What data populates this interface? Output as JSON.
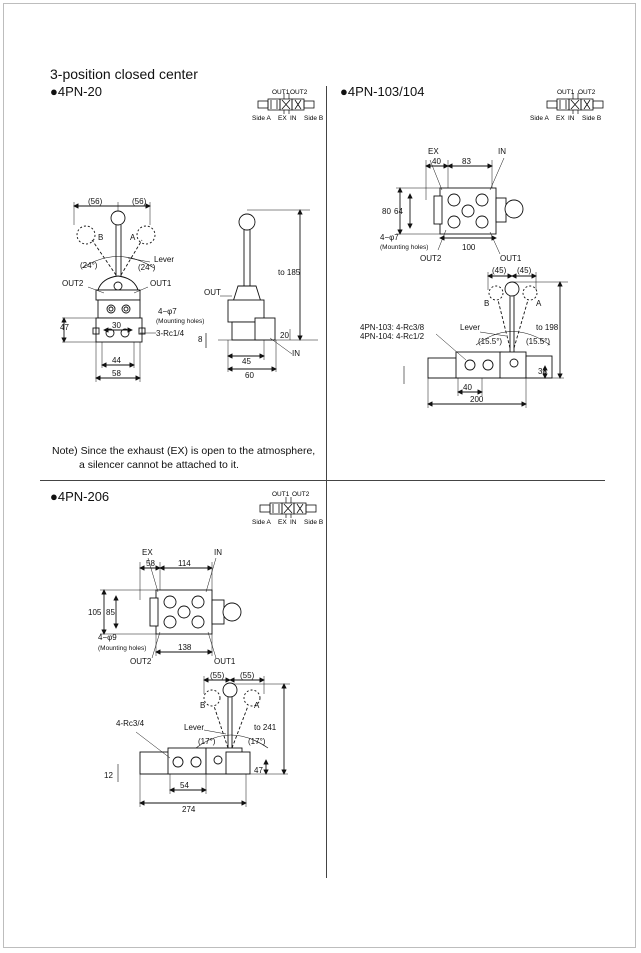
{
  "page": {
    "title": "3-position closed center",
    "note_line1": "Note) Since the exhaust (EX) is open to the atmosphere,",
    "note_line2": "a silencer cannot be attached to it."
  },
  "symbol": {
    "out1": "OUT1",
    "out2": "OUT2",
    "side_a": "Side A",
    "ex": "EX",
    "in": "IN",
    "side_b": "Side B"
  },
  "models": {
    "m20": "●4PN-20",
    "m103": "●4PN-103/104",
    "m206": "●4PN-206"
  },
  "d20": {
    "w56a": "(56)",
    "w56b": "(56)",
    "b": "B",
    "a": "A",
    "deg1": "(24°)",
    "deg2": "(24°)",
    "lever": "Lever",
    "out2": "OUT2",
    "out1": "OUT1",
    "out": "OUT",
    "h47": "47",
    "w30": "30",
    "w44": "44",
    "w58": "58",
    "holes": "4−φ7",
    "holes_sub": "(Mounting holes)",
    "rc": "3-Rc1/4",
    "to185": "to 185",
    "h8": "8",
    "h20": "20",
    "w45": "45",
    "w60": "60",
    "in": "IN"
  },
  "d103": {
    "ex": "EX",
    "in": "IN",
    "w40": "40",
    "w83": "83",
    "h80": "80",
    "h64": "64",
    "holes": "4−φ7",
    "holes_sub": "(Mounting holes)",
    "w100": "100",
    "out2": "OUT2",
    "out1": "OUT1",
    "w45a": "(45)",
    "w45b": "(45)",
    "b": "B",
    "a": "A",
    "lever": "Lever",
    "rc1": "4PN-103: 4-Rc3/8",
    "rc2": "4PN-104: 4-Rc1/2",
    "deg1": "(15.5°)",
    "deg2": "(15.5°)",
    "to198": "to 198",
    "h38": "38",
    "w40b": "40",
    "w200": "200"
  },
  "d206": {
    "ex": "EX",
    "in": "IN",
    "w58": "58",
    "w114": "114",
    "h105": "105",
    "h85": "85",
    "holes": "4−φ9",
    "holes_sub": "(Mounting holes)",
    "w138": "138",
    "out2": "OUT2",
    "out1": "OUT1",
    "w55a": "(55)",
    "w55b": "(55)",
    "b": "B",
    "a": "A",
    "rc": "4-Rc3/4",
    "lever": "Lever",
    "deg1": "(17°)",
    "deg2": "(17°)",
    "to241": "to 241",
    "h12": "12",
    "h47": "47",
    "w54": "54",
    "w274": "274"
  }
}
